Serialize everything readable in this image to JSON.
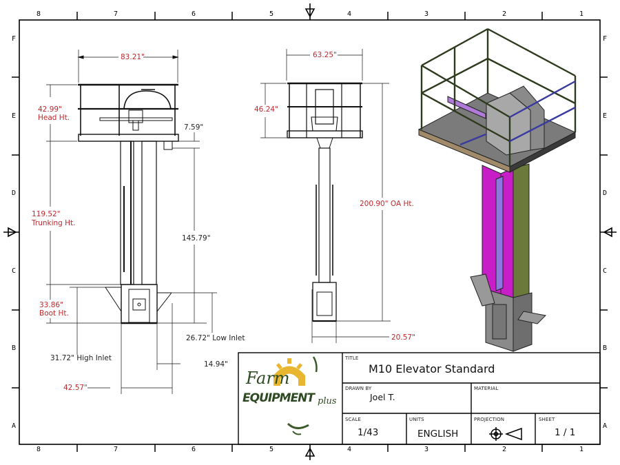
{
  "sheet": {
    "zones_top": [
      "8",
      "7",
      "6",
      "5",
      "4",
      "3",
      "2",
      "1"
    ],
    "zones_bottom": [
      "8",
      "7",
      "6",
      "5",
      "4",
      "3",
      "2",
      "1"
    ],
    "zones_left": [
      "F",
      "E",
      "D",
      "C",
      "B",
      "A"
    ],
    "zones_right": [
      "F",
      "E",
      "D",
      "C",
      "B",
      "A"
    ]
  },
  "views": {
    "front": {
      "dims": {
        "width_top": "83.21\"",
        "head_ht_value": "42.99\"",
        "head_ht_label": "Head Ht.",
        "discharge_gap": "7.59\"",
        "trunking_value": "119.52\"",
        "trunking_label": "Trunking Ht.",
        "discharge_ht": "145.79\"",
        "boot_value": "33.86\"",
        "boot_label": "Boot Ht.",
        "low_inlet": "26.72\" Low Inlet",
        "high_inlet": "31.72\" High Inlet",
        "inlet_offset": "14.94\"",
        "base_width": "42.57\""
      }
    },
    "side": {
      "dims": {
        "width_top": "63.25\"",
        "head_ht": "46.24\"",
        "oa_ht": "200.90\" OA Ht.",
        "base_width": "20.57\""
      }
    },
    "isometric": {
      "colors": {
        "trunk_magenta": "#c81ec8",
        "trunk_green": "#6b7a3a",
        "inspection_blue": "#8c78e0",
        "rail_blue": "#3a3aa0",
        "frame_olive": "#4a5a30",
        "deck_grey": "#777777",
        "deck_edge_tan": "#a08a6a",
        "head_grey": "#a8a8a8"
      }
    }
  },
  "title_block": {
    "logo": {
      "line1": "Farm",
      "line2": "EQUIPMENT",
      "line2_suffix": "plus",
      "gear_color": "#e8b630",
      "text_color": "#2e4a22"
    },
    "title_label": "TITLE",
    "title_value": "M10 Elevator Standard",
    "drawn_by_label": "DRAWN BY",
    "drawn_by_value": "Joel T.",
    "material_label": "MATERIAL",
    "material_value": "",
    "scale_label": "SCALE",
    "scale_value": "1/43",
    "units_label": "UNITS",
    "units_value": "ENGLISH",
    "projection_label": "PROJECTION",
    "sheet_label": "SHEET",
    "sheet_value": "1 / 1"
  }
}
